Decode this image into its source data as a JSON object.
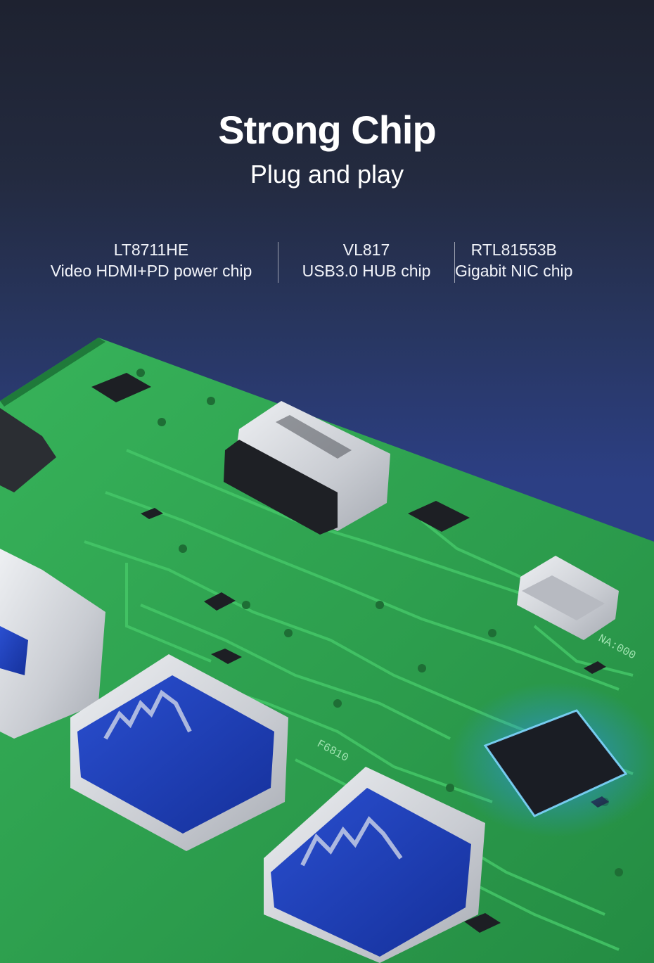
{
  "header": {
    "title": "Strong Chip",
    "subtitle": "Plug and play"
  },
  "chips": [
    {
      "model": "LT8711HE",
      "description": "Video HDMI+PD power chip"
    },
    {
      "model": "VL817",
      "description": "USB3.0 HUB chip"
    },
    {
      "model": "RTL81553B",
      "description": "Gigabit NIC chip"
    }
  ],
  "board_markings": {
    "silkscreen_1": "NA:000",
    "silkscreen_2": "F6810"
  },
  "colors": {
    "pcb": "#2fa64f",
    "trace": "#36b85a",
    "port_metal": "#d7d9de",
    "usb_blue": "#1f3fb6",
    "chip_glow": "#3fa8ff"
  }
}
